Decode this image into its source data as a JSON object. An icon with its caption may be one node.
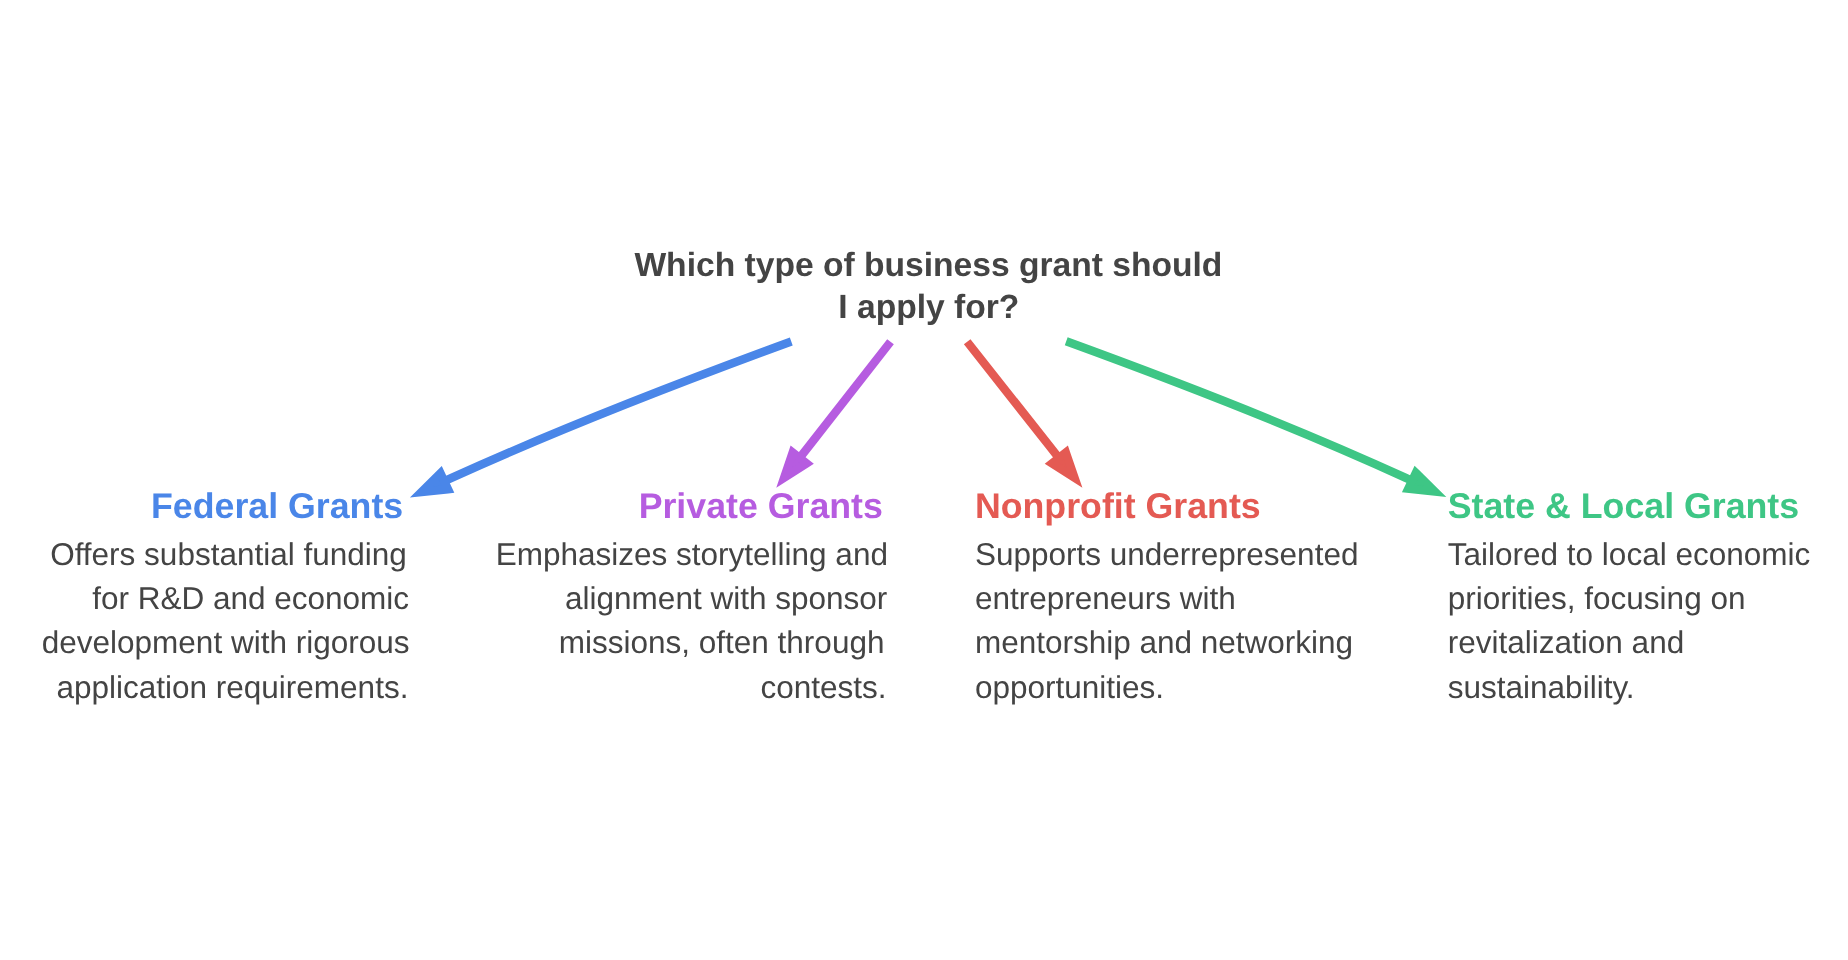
{
  "diagram": {
    "nodes": [
      {
        "text": [
          "Which type of business grant should I apply for?"
        ]
      },
      {
        "text": [
          "Federal Grants",
          "Offers substantial funding for R&D and economic development with rigorous application requirements."
        ]
      },
      {
        "text": [
          "State & Local Grants",
          "Tailored to local economic priorities, focusing on revitalization and sustainability."
        ]
      },
      {
        "text": [
          "Private Grants",
          "Emphasizes storytelling and alignment with sponsor missions, often through contests."
        ]
      },
      {
        "text": [
          "Nonprofit Grants",
          "Supports underrepresented entrepreneurs with mentorship and networking opportunities."
        ]
      }
    ],
    "edges": [
      {
        "from": 0,
        "to": 1,
        "arrow": "to",
        "color": "#4a86e8"
      },
      {
        "from": 0,
        "to": 3,
        "arrow": "to",
        "color": "#b65ce0"
      },
      {
        "from": 0,
        "to": 4,
        "arrow": "to",
        "color": "#e45a53"
      },
      {
        "from": 0,
        "to": 2,
        "arrow": "to",
        "color": "#3ec685"
      }
    ]
  }
}
